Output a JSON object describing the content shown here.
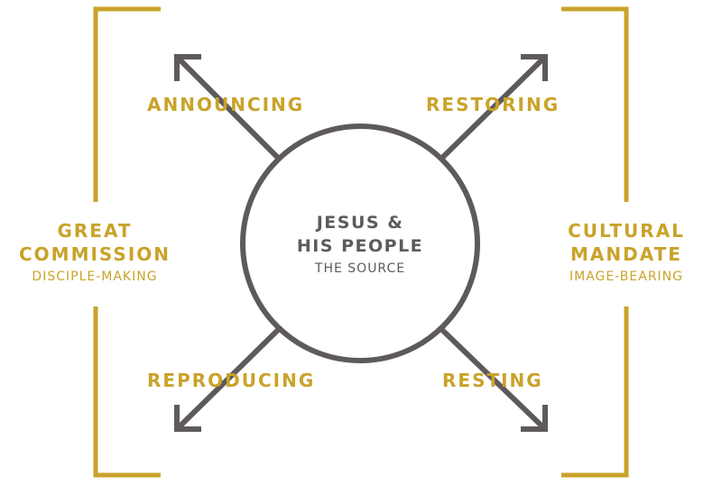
{
  "colors": {
    "gold": "#c9a32a",
    "gray": "#5e5a5c",
    "background": "#ffffff"
  },
  "center": {
    "line1": "JESUS &",
    "line2": "HIS PEOPLE",
    "subtitle": "THE SOURCE"
  },
  "arrows": {
    "top_left": "ANNOUNCING",
    "top_right": "RESTORING",
    "bottom_left": "REPRODUCING",
    "bottom_right": "RESTING"
  },
  "left_group": {
    "line1": "GREAT",
    "line2": "COMMISSION",
    "subtitle": "DISCIPLE-MAKING"
  },
  "right_group": {
    "line1": "CULTURAL",
    "line2": "MANDATE",
    "subtitle": "IMAGE-BEARING"
  }
}
